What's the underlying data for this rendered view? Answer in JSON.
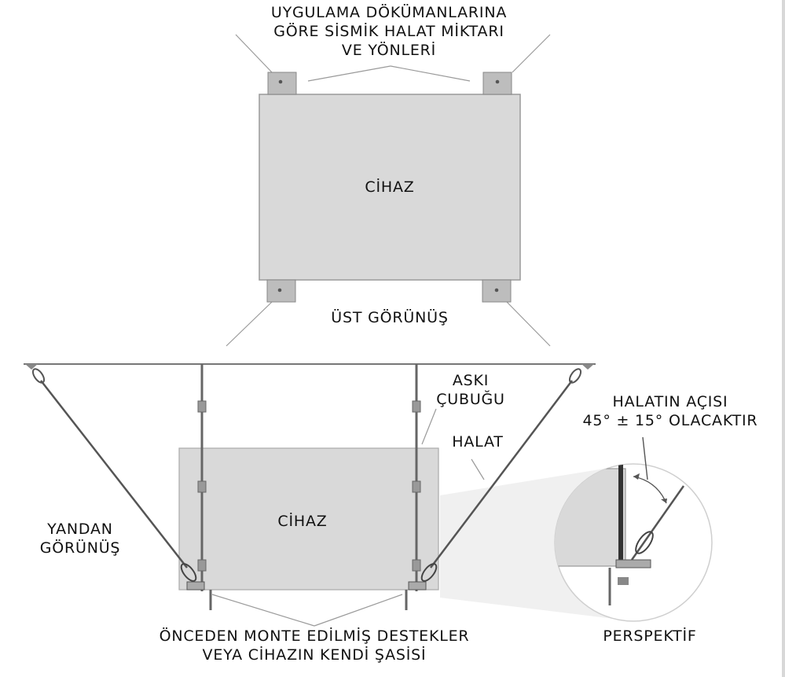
{
  "top_note": {
    "line1": "UYGULAMA DÖKÜMANLARINA",
    "line2": "GÖRE SİSMİK HALAT MİKTARI",
    "line3": "VE YÖNLERİ"
  },
  "top_device_label": "CİHAZ",
  "top_view_label": "ÜST GÖRÜNÜŞ",
  "hanger_rod_label": {
    "line1": "ASKI",
    "line2": "ÇUBUĞU"
  },
  "cable_label": "HALAT",
  "cable_angle_label": {
    "line1": "HALATIN AÇISI",
    "line2": "45° ± 15° OLACAKTIR"
  },
  "side_view_label": {
    "line1": "YANDAN",
    "line2": "GÖRÜNÜŞ"
  },
  "side_device_label": "CİHAZ",
  "bottom_note": {
    "line1": "ÖNCEDEN MONTE EDİLMİŞ DESTEKLER",
    "line2": "VEYA CİHAZIN KENDİ ŞASİSİ"
  },
  "perspective_label": "PERSPEKTİF",
  "colors": {
    "device_fill": "#d9d9d9",
    "bracket_fill": "#bdbdbd",
    "line": "#555555",
    "leader": "#9a9a9a",
    "zoom_fill": "#ececec"
  }
}
